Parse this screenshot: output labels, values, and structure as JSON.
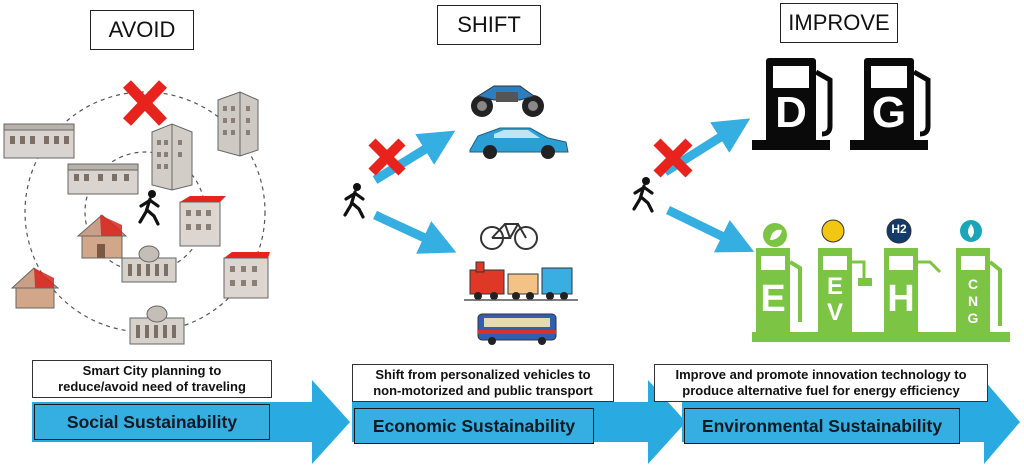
{
  "columns": [
    {
      "id": "avoid",
      "title": "AVOID",
      "description_lines": [
        "Smart City planning to",
        "reduce/avoid need of traveling"
      ],
      "sustainability": "Social Sustainability"
    },
    {
      "id": "shift",
      "title": "SHIFT",
      "description_lines": [
        "Shift from personalized vehicles to",
        "non-motorized and public transport"
      ],
      "sustainability": "Economic Sustainability"
    },
    {
      "id": "improve",
      "title": "IMPROVE",
      "description_lines": [
        "Improve and promote innovation technology to",
        "produce alternative fuel for energy efficiency"
      ],
      "sustainability": "Environmental Sustainability"
    }
  ],
  "fuel_pumps_conventional": [
    {
      "letter": "D"
    },
    {
      "letter": "G"
    }
  ],
  "fuel_pumps_alternative": [
    {
      "letter": "E",
      "badge": "leaf-icon"
    },
    {
      "letter": "E\nV",
      "badge": "bulb-icon"
    },
    {
      "letter": "H",
      "badge": "H2"
    },
    {
      "letter": "C\nN\nG",
      "badge": "flame-icon"
    }
  ],
  "colors": {
    "arrow_blue": "#35aee2",
    "cross_red": "#e8231d",
    "pump_black": "#0a0a0a",
    "pump_green": "#7cc443",
    "band_blue": "#29abe2"
  }
}
